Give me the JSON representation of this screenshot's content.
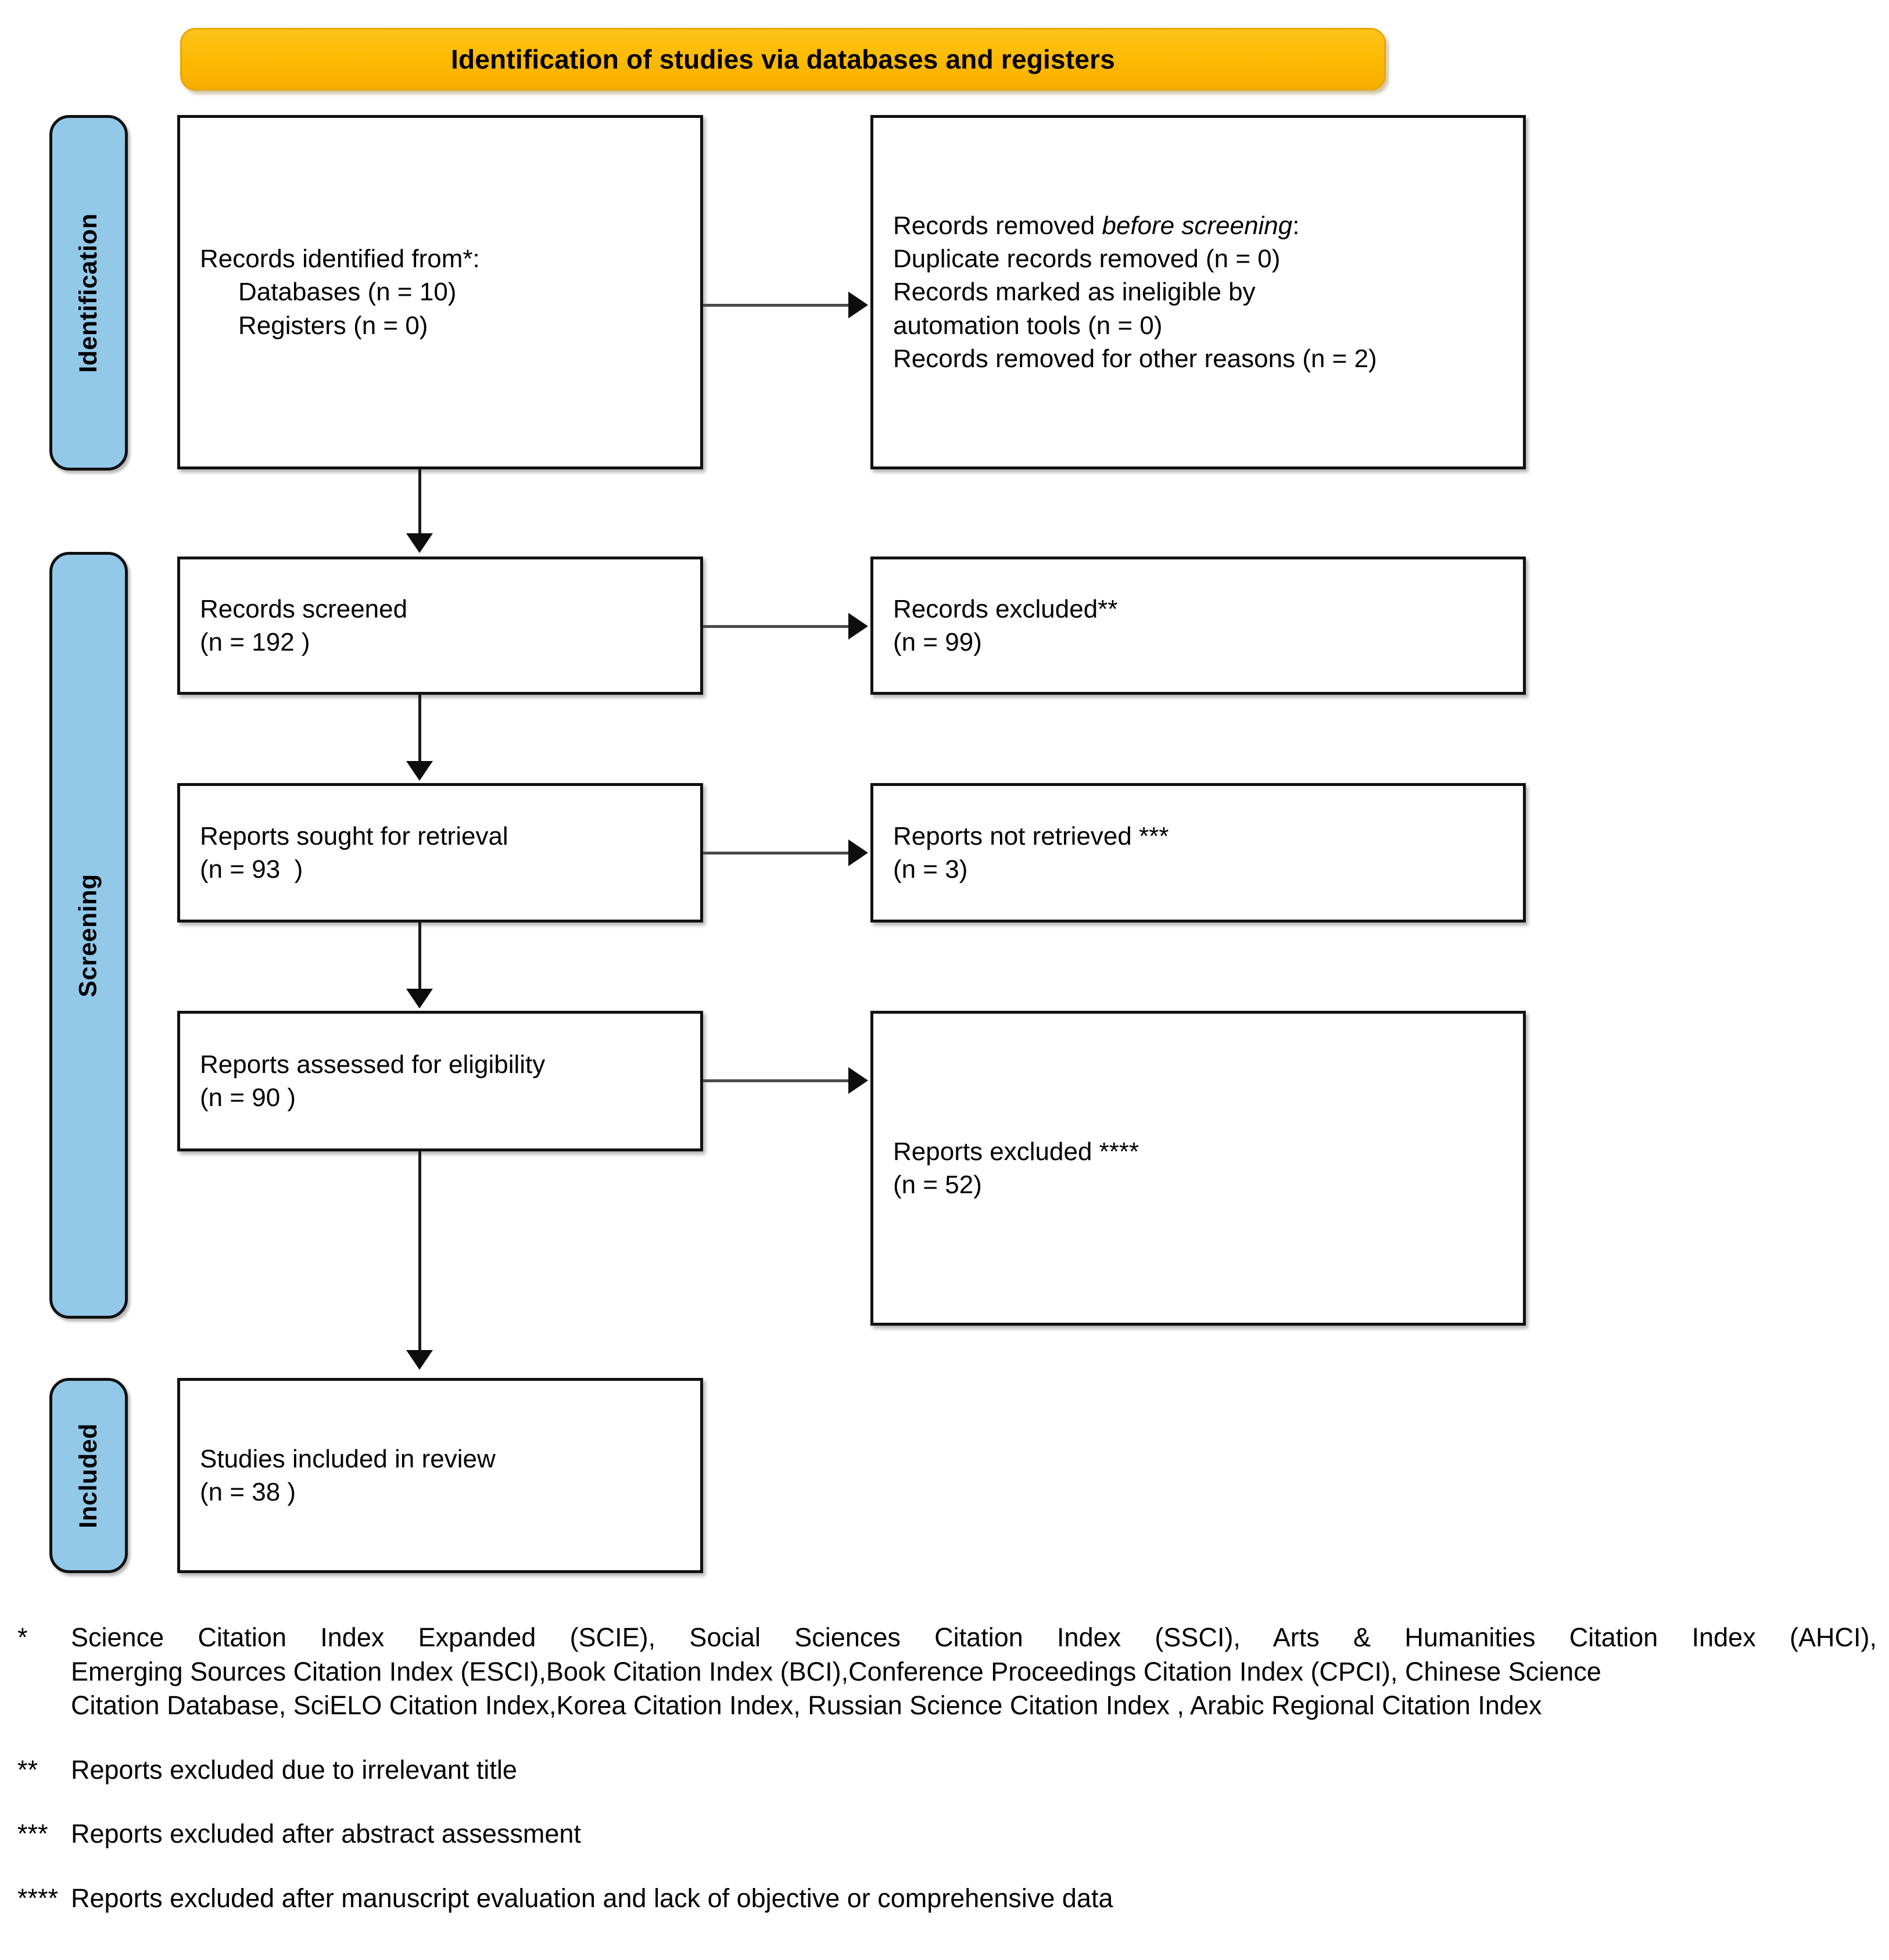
{
  "diagram": {
    "type": "prisma-flow-diagram",
    "banner": {
      "title": "Identification of studies via databases and registers",
      "color": "#FDBA12"
    },
    "stages": [
      {
        "id": "identification",
        "label": "Identification",
        "color": "#92C8E8"
      },
      {
        "id": "screening",
        "label": "Screening",
        "color": "#92C8E8"
      },
      {
        "id": "included",
        "label": "Included",
        "color": "#92C8E8"
      }
    ],
    "nodes": {
      "records_identified": {
        "line1": "Records identified from*:",
        "line2": "Databases (n = 10)",
        "line3": "Registers (n = 0)"
      },
      "records_removed": {
        "line1_pre": "Records removed ",
        "line1_italic": "before screening",
        "line1_post": ":",
        "line2": "Duplicate records removed (n = 0)",
        "line3": "Records marked as ineligible by",
        "line4": "automation tools (n = 0)",
        "line5": "Records removed for other reasons (n = 2)"
      },
      "records_screened": {
        "line1": "Records screened",
        "line2": "(n = 192 )"
      },
      "records_excluded": {
        "line1": "Records excluded**",
        "line2": "(n = 99)"
      },
      "reports_sought": {
        "line1": "Reports sought for retrieval",
        "line2": "(n = 93  )"
      },
      "reports_not_retrieved": {
        "line1": "Reports not retrieved ***",
        "line2": "(n = 3)"
      },
      "reports_assessed": {
        "line1": "Reports assessed for eligibility",
        "line2": "(n = 90 )"
      },
      "reports_excluded": {
        "line1": "Reports excluded ****",
        "line2": "(n = 52)"
      },
      "studies_included": {
        "line1": "Studies included in review",
        "line2": "(n = 38 )"
      }
    }
  },
  "footnotes": [
    {
      "marker": "*",
      "line1": "Science Citation Index Expanded (SCIE), Social Sciences Citation Index (SSCI), Arts & Humanities Citation Index (AHCI),",
      "line2": "Emerging Sources Citation Index (ESCI),Book Citation Index (BCI),Conference Proceedings Citation Index (CPCI), Chinese Science",
      "line3": "Citation Database, SciELO Citation Index,Korea Citation Index, Russian Science Citation Index , Arabic Regional Citation Index"
    },
    {
      "marker": "**",
      "line1": "Reports excluded due to irrelevant title"
    },
    {
      "marker": "***",
      "line1": "Reports excluded after abstract assessment"
    },
    {
      "marker": "****",
      "line1": "Reports excluded after manuscript evaluation and lack of objective or comprehensive data"
    }
  ]
}
